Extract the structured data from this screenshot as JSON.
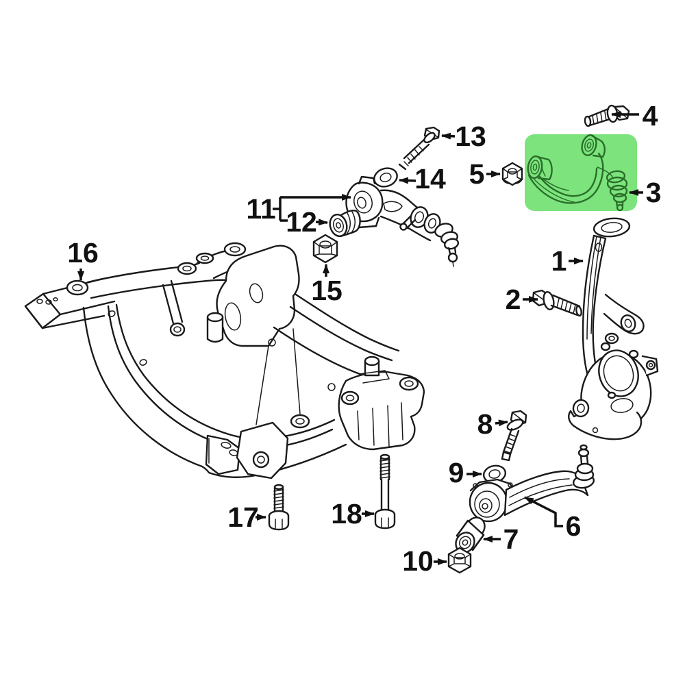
{
  "diagram": {
    "type": "exploded-parts-diagram",
    "subject": "front suspension",
    "background_color": "#ffffff",
    "line_color": "#1a1a1a",
    "highlight": {
      "color": "#7DE47D",
      "line_color": "#2a6e2a",
      "part_number": "3"
    }
  },
  "callouts": [
    {
      "number": "1",
      "part": "steering-knuckle"
    },
    {
      "number": "2",
      "part": "knuckle-bolt"
    },
    {
      "number": "3",
      "part": "upper-control-arm-highlighted"
    },
    {
      "number": "4",
      "part": "upper-arm-bolt"
    },
    {
      "number": "5",
      "part": "upper-arm-nut"
    },
    {
      "number": "6",
      "part": "lower-control-arm"
    },
    {
      "number": "7",
      "part": "lower-arm-bushing"
    },
    {
      "number": "8",
      "part": "lower-arm-bolt"
    },
    {
      "number": "9",
      "part": "lower-arm-washer"
    },
    {
      "number": "10",
      "part": "lower-arm-nut"
    },
    {
      "number": "11",
      "part": "tension-strut"
    },
    {
      "number": "12",
      "part": "tension-strut-bushing"
    },
    {
      "number": "13",
      "part": "tension-strut-bolt"
    },
    {
      "number": "14",
      "part": "tension-strut-washer"
    },
    {
      "number": "15",
      "part": "tension-strut-nut"
    },
    {
      "number": "16",
      "part": "front-crossmember"
    },
    {
      "number": "17",
      "part": "crossmember-bolt-short"
    },
    {
      "number": "18",
      "part": "crossmember-bolt-long"
    }
  ]
}
